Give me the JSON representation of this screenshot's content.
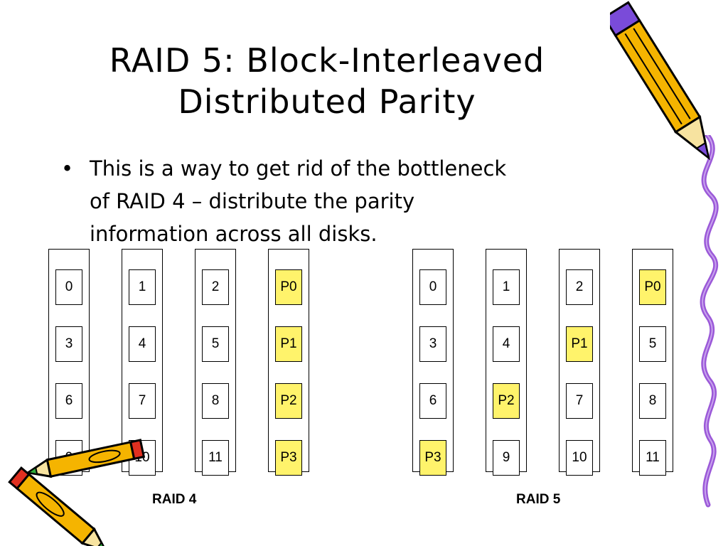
{
  "title": {
    "line1": "RAID 5:  Block-Interleaved",
    "line2": "Distributed Parity"
  },
  "bullets": [
    {
      "dot": "•",
      "lines": [
        "This is a way to get rid of the bottleneck",
        "of RAID 4 – distribute the parity",
        "information across all disks."
      ]
    }
  ],
  "arrays": [
    {
      "label": "RAID 4",
      "disks": [
        [
          "0",
          "3",
          "6",
          "9"
        ],
        [
          "1",
          "4",
          "7",
          "10"
        ],
        [
          "2",
          "5",
          "8",
          "11"
        ],
        [
          "P0",
          "P1",
          "P2",
          "P3"
        ]
      ]
    },
    {
      "label": "RAID 5",
      "disks": [
        [
          "0",
          "3",
          "6",
          "P3"
        ],
        [
          "1",
          "4",
          "P2",
          "9"
        ],
        [
          "2",
          "P1",
          "7",
          "10"
        ],
        [
          "P0",
          "5",
          "8",
          "11"
        ]
      ]
    }
  ],
  "colors": {
    "parity_fill": "#fff36b",
    "pencil_body": "#f5b400",
    "pencil_wood": "#f7e3a0",
    "pencil_cap_purple": "#7a4bd9",
    "pencil_cap_red": "#e03020",
    "squiggle": "#9b59d8",
    "pencil_tip_green": "#2eaa3c"
  },
  "icons": {
    "top_right": "pencil-icon",
    "right_edge": "squiggle-line-decoration",
    "bottom_left": "crossed-pencils-icon"
  }
}
